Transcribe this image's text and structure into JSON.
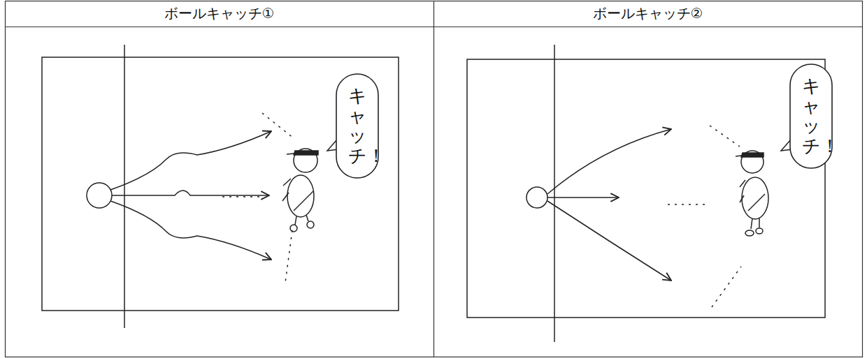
{
  "diagram": {
    "nodes": [
      {
        "text": [
          "ボールキャッチ①"
        ]
      },
      {
        "text": [
          "ボールキャッチ②"
        ]
      },
      {
        "text": [
          "キャッチ！"
        ]
      },
      {
        "text": [
          "キャッチ！"
        ]
      }
    ]
  }
}
